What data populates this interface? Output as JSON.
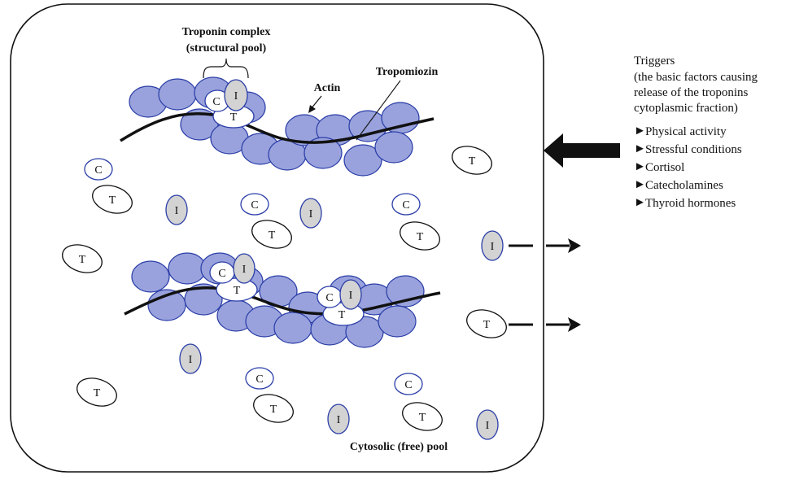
{
  "labels": {
    "troponin_complex_line1": "Troponin complex",
    "troponin_complex_line2": "(structural pool)",
    "actin": "Actin",
    "tropomiozin": "Tropomiozin",
    "cytosolic_pool": "Cytosolic (free) pool"
  },
  "subunits": {
    "c": "C",
    "t": "T",
    "i": "I"
  },
  "triggers": {
    "title": "Triggers",
    "description": [
      "(the basic factors causing",
      "release of the troponins",
      "cytoplasmic fraction)"
    ],
    "bullet_glyph": "►",
    "items": [
      "Physical activity",
      "Stressful conditions",
      "Cortisol",
      "Catecholamines",
      "Thyroid hormones"
    ]
  },
  "colors": {
    "actin_fill": "#99a2dc",
    "actin_stroke": "#2b3ea8",
    "troponin_i_fill": "#d3d3d3",
    "free_c_stroke": "#2b3ea8",
    "outline": "#111111"
  }
}
